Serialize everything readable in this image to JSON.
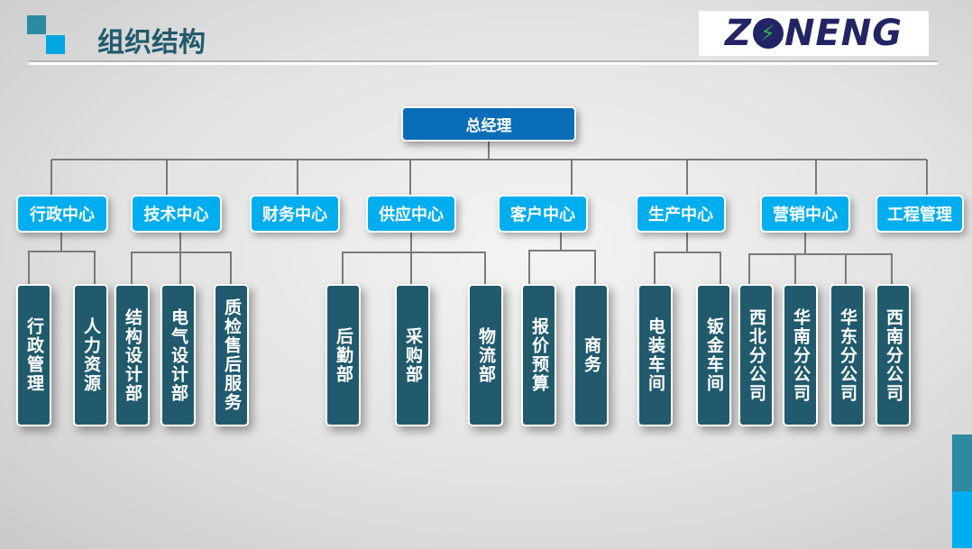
{
  "header": {
    "title": "组织结构",
    "logo_text": "ZONENG"
  },
  "root": {
    "label": "总经理"
  },
  "centers": [
    {
      "label": "行政中心",
      "children": [
        "行政管理",
        "人力资源"
      ]
    },
    {
      "label": "技术中心",
      "children": [
        "结构设计部",
        "电气设计部",
        "质检售后服务"
      ]
    },
    {
      "label": "财务中心",
      "children": []
    },
    {
      "label": "供应中心",
      "children": [
        "后勤部",
        "采购部",
        "物流部"
      ]
    },
    {
      "label": "客户中心",
      "children": [
        "报价预算",
        "商务"
      ]
    },
    {
      "label": "生产中心",
      "children": [
        "电装车间",
        "钣金车间"
      ]
    },
    {
      "label": "营销中心",
      "children": [
        "西北分公司",
        "华南分公司",
        "华东分公司",
        "西南分公司"
      ]
    },
    {
      "label": "工程管理",
      "children": []
    }
  ]
}
